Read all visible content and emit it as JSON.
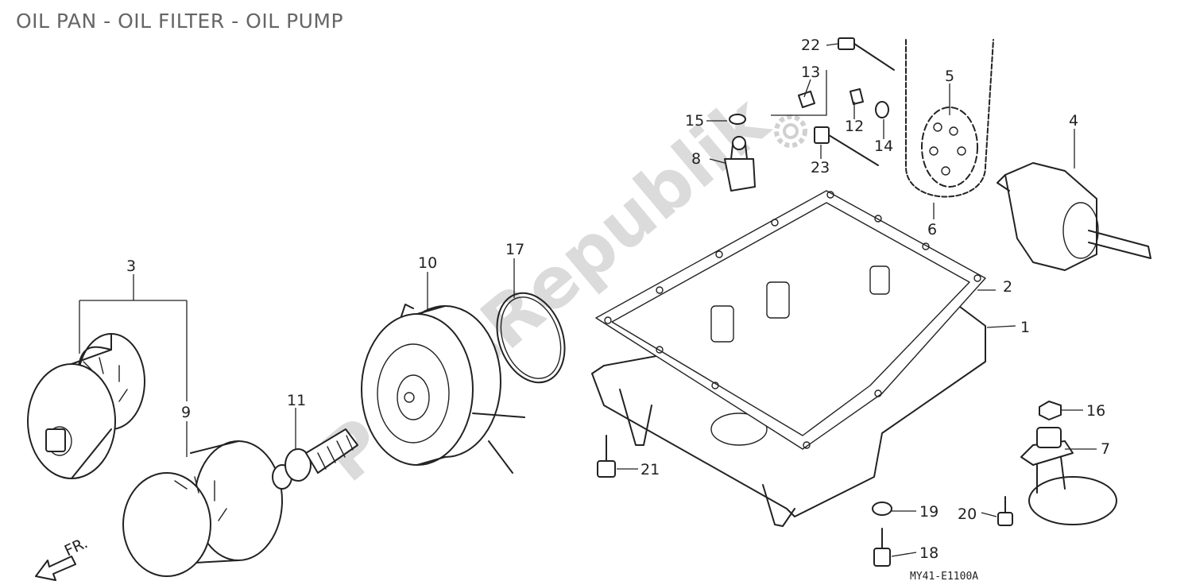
{
  "title": "OIL PAN - OIL FILTER - OIL PUMP",
  "watermark": "PartsRepublik",
  "diagram_code": "MY41-E1100A",
  "direction_label": "FR.",
  "callouts": [
    {
      "id": "c1",
      "label": "1"
    },
    {
      "id": "c2",
      "label": "2"
    },
    {
      "id": "c3",
      "label": "3"
    },
    {
      "id": "c4",
      "label": "4"
    },
    {
      "id": "c5",
      "label": "5"
    },
    {
      "id": "c6",
      "label": "6"
    },
    {
      "id": "c7",
      "label": "7"
    },
    {
      "id": "c8",
      "label": "8"
    },
    {
      "id": "c9",
      "label": "9"
    },
    {
      "id": "c10",
      "label": "10"
    },
    {
      "id": "c11",
      "label": "11"
    },
    {
      "id": "c12",
      "label": "12"
    },
    {
      "id": "c13",
      "label": "13"
    },
    {
      "id": "c14",
      "label": "14"
    },
    {
      "id": "c15",
      "label": "15"
    },
    {
      "id": "c16",
      "label": "16"
    },
    {
      "id": "c17",
      "label": "17"
    },
    {
      "id": "c18",
      "label": "18"
    },
    {
      "id": "c19",
      "label": "19"
    },
    {
      "id": "c20",
      "label": "20"
    },
    {
      "id": "c21",
      "label": "21"
    },
    {
      "id": "c22",
      "label": "22"
    },
    {
      "id": "c23",
      "label": "23"
    }
  ]
}
